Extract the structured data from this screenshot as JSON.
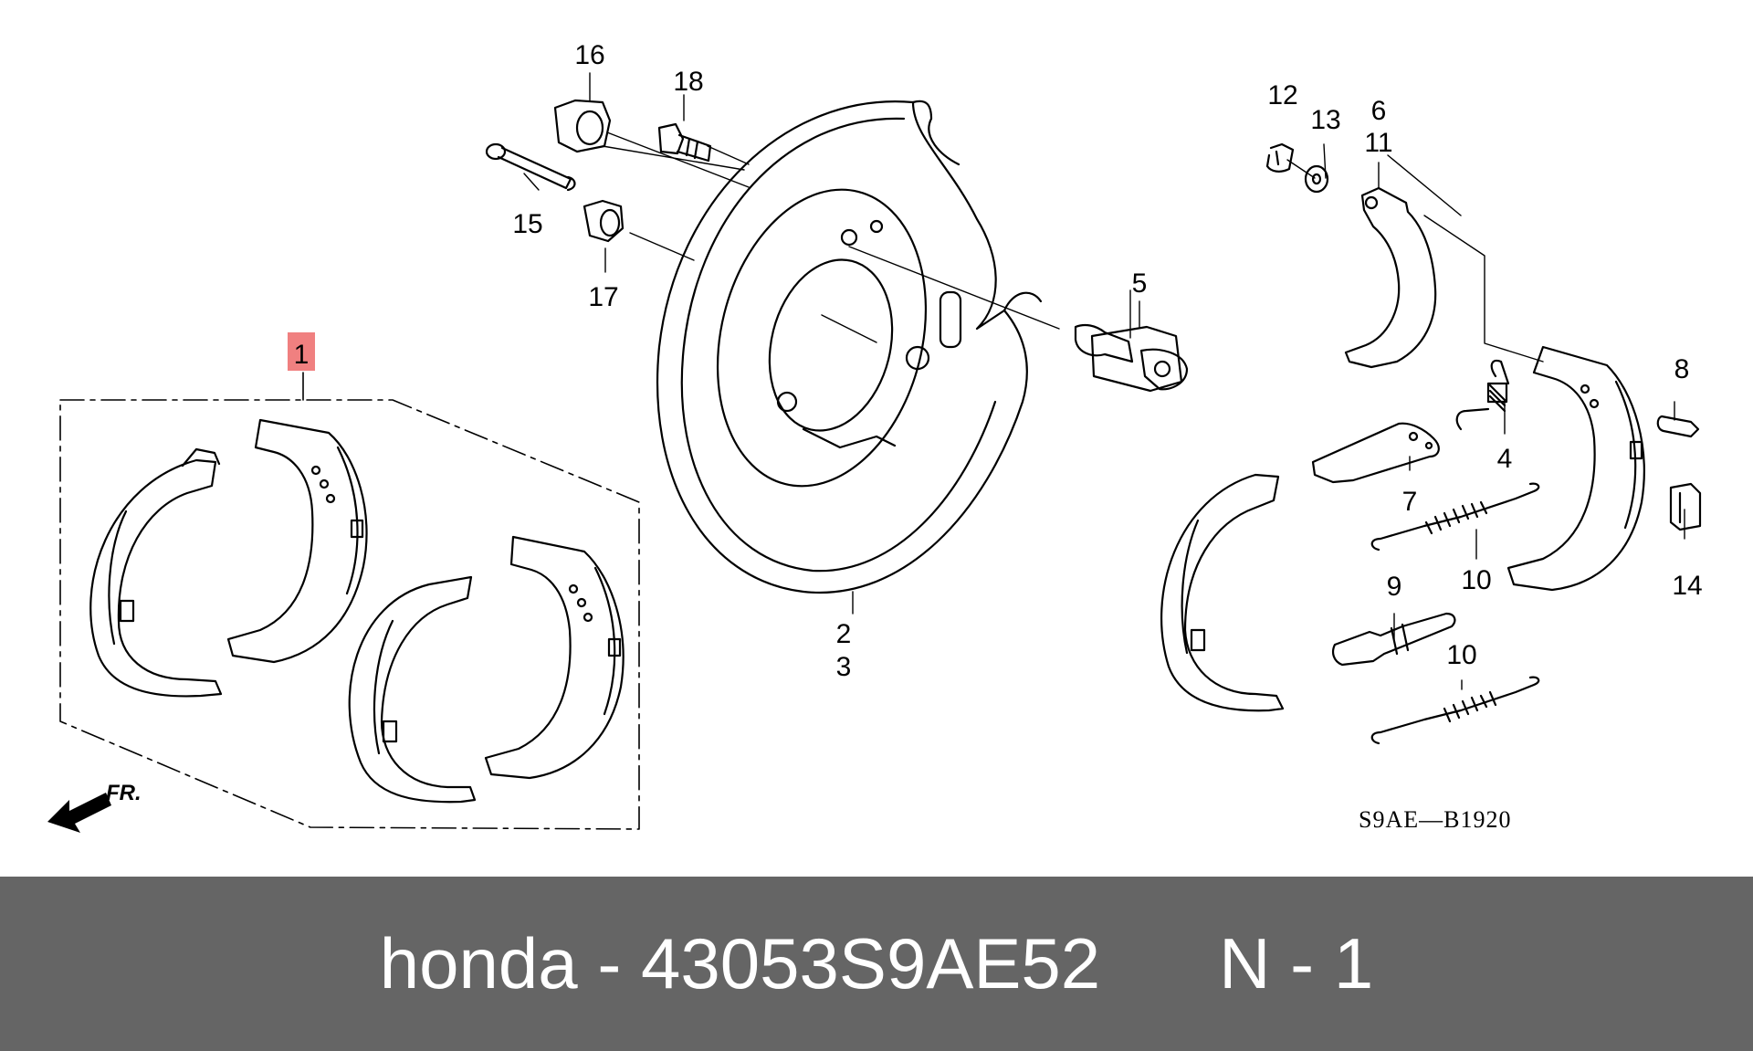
{
  "diagram": {
    "callouts": {
      "c1": "1",
      "c2": "2",
      "c3": "3",
      "c4": "4",
      "c5": "5",
      "c6": "6",
      "c7": "7",
      "c8": "8",
      "c9": "9",
      "c10a": "10",
      "c10b": "10",
      "c11": "11",
      "c12": "12",
      "c13": "13",
      "c14": "14",
      "c15": "15",
      "c16": "16",
      "c17": "17",
      "c18": "18"
    },
    "highlight_color": "#f08080",
    "direction_label": "FR.",
    "drawing_code": "S9AE—B1920"
  },
  "footer": {
    "brand": "honda",
    "separator": "-",
    "part_number": "43053S9AE52",
    "sheet_ref": "N - 1",
    "band_color": "#656565",
    "text_color": "#ffffff"
  }
}
